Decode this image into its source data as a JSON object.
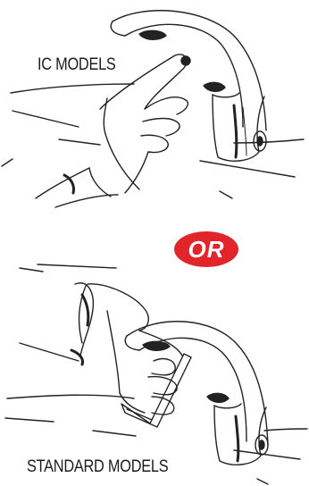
{
  "labels": {
    "top": "IC MODELS",
    "bottom": "STANDARD MODELS"
  },
  "separator": {
    "text": "OR",
    "color": "#e2242b"
  },
  "illustrations": {
    "top": "hand-touching-faucet-sensor",
    "bottom": "hand-adjusting-faucet-with-hex-key"
  }
}
